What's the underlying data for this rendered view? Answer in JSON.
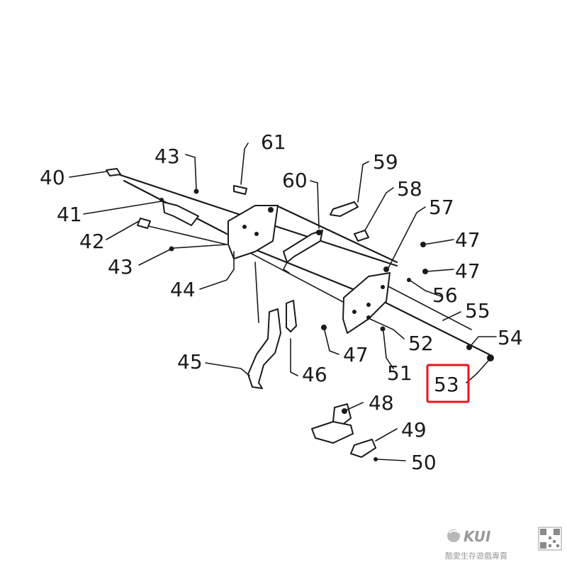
{
  "labels": {
    "p40": "40",
    "p41": "41",
    "p42": "42",
    "p43a": "43",
    "p43b": "43",
    "p44": "44",
    "p45": "45",
    "p46": "46",
    "p47a": "47",
    "p47b": "47",
    "p47c": "47",
    "p48": "48",
    "p49": "49",
    "p50": "50",
    "p51": "51",
    "p52": "52",
    "p53": "53",
    "p54": "54",
    "p55": "55",
    "p56": "56",
    "p57": "57",
    "p58": "58",
    "p59": "59",
    "p60": "60",
    "p61": "61"
  },
  "highlight": {
    "target": "53",
    "color": "#e8141c"
  },
  "watermark": {
    "brand": "KUI",
    "caption": "酷愛生存遊戲專賣"
  }
}
